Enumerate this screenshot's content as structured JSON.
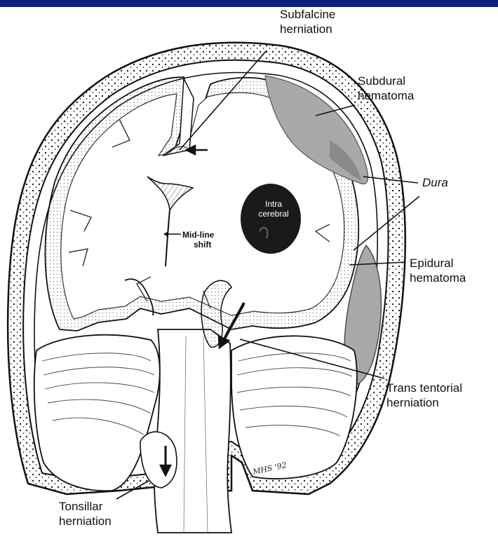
{
  "labels": {
    "subfalcine": [
      "Subfalcine",
      "herniation"
    ],
    "subdural": [
      "Subdural",
      "hematoma"
    ],
    "dura": "Dura",
    "intracerebral": [
      "Intra",
      "cerebral"
    ],
    "midline": [
      "Mid-line",
      "shift"
    ],
    "epidural": [
      "Epidural",
      "hematoma"
    ],
    "transtentorial": [
      "Trans tentorial",
      "herniation"
    ],
    "tonsillar": [
      "Tonsillar",
      "herniation"
    ]
  },
  "signature": "MHS '92",
  "colors": {
    "header_bar": "#0b1f7c",
    "hematoma_fill": "#a9a9a9",
    "hematoma_dark": "#8a8a8a",
    "intracerebral_fill": "#1a1a1a",
    "line": "#111111"
  }
}
